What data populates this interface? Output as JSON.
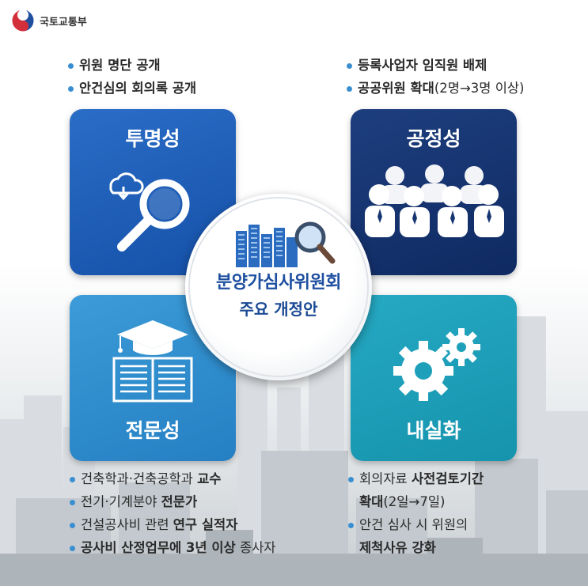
{
  "ministry": "국토교통부",
  "center": {
    "line1": "분양가심사위원회",
    "line2": "주요 개정안"
  },
  "panels": {
    "transparency": "투명성",
    "fairness": "공정성",
    "expertise": "전문성",
    "substance": "내실화"
  },
  "transparency_points": [
    "위원 명단 공개",
    "안건심의 회의록 공개"
  ],
  "fairness_points": [
    {
      "bold": "등록사업자 임직원 배제",
      "normal": ""
    },
    {
      "bold": "공공위원 확대",
      "normal": "(2명→3명 이상)"
    }
  ],
  "expertise_points": [
    {
      "lead": "건축학과·건축공학과 ",
      "bold": "교수",
      "tail": ""
    },
    {
      "lead": "전기·기계분야 ",
      "bold": "전문가",
      "tail": ""
    },
    {
      "lead": "건설공사비 관련 ",
      "bold": "연구 실적자",
      "tail": ""
    },
    {
      "lead": "",
      "bold": "공사비 산정업무에 3년 이상",
      "tail": " 종사자"
    }
  ],
  "substance_points": [
    {
      "lead": "회의자료 ",
      "bold": "사전검토기간",
      "line2bold": "확대",
      "line2normal": "(2일→7일)"
    },
    {
      "lead": "안건 심사 시 위원의",
      "bold": "",
      "line2bold": "제척사유 강화",
      "line2normal": ""
    }
  ],
  "colors": {
    "transparency": "#1f5fb8",
    "fairness": "#163672",
    "expertise": "#3190d0",
    "substance": "#1ea0ba",
    "bullet": "#3a8fd0",
    "center_text": "#1e4fa0"
  }
}
